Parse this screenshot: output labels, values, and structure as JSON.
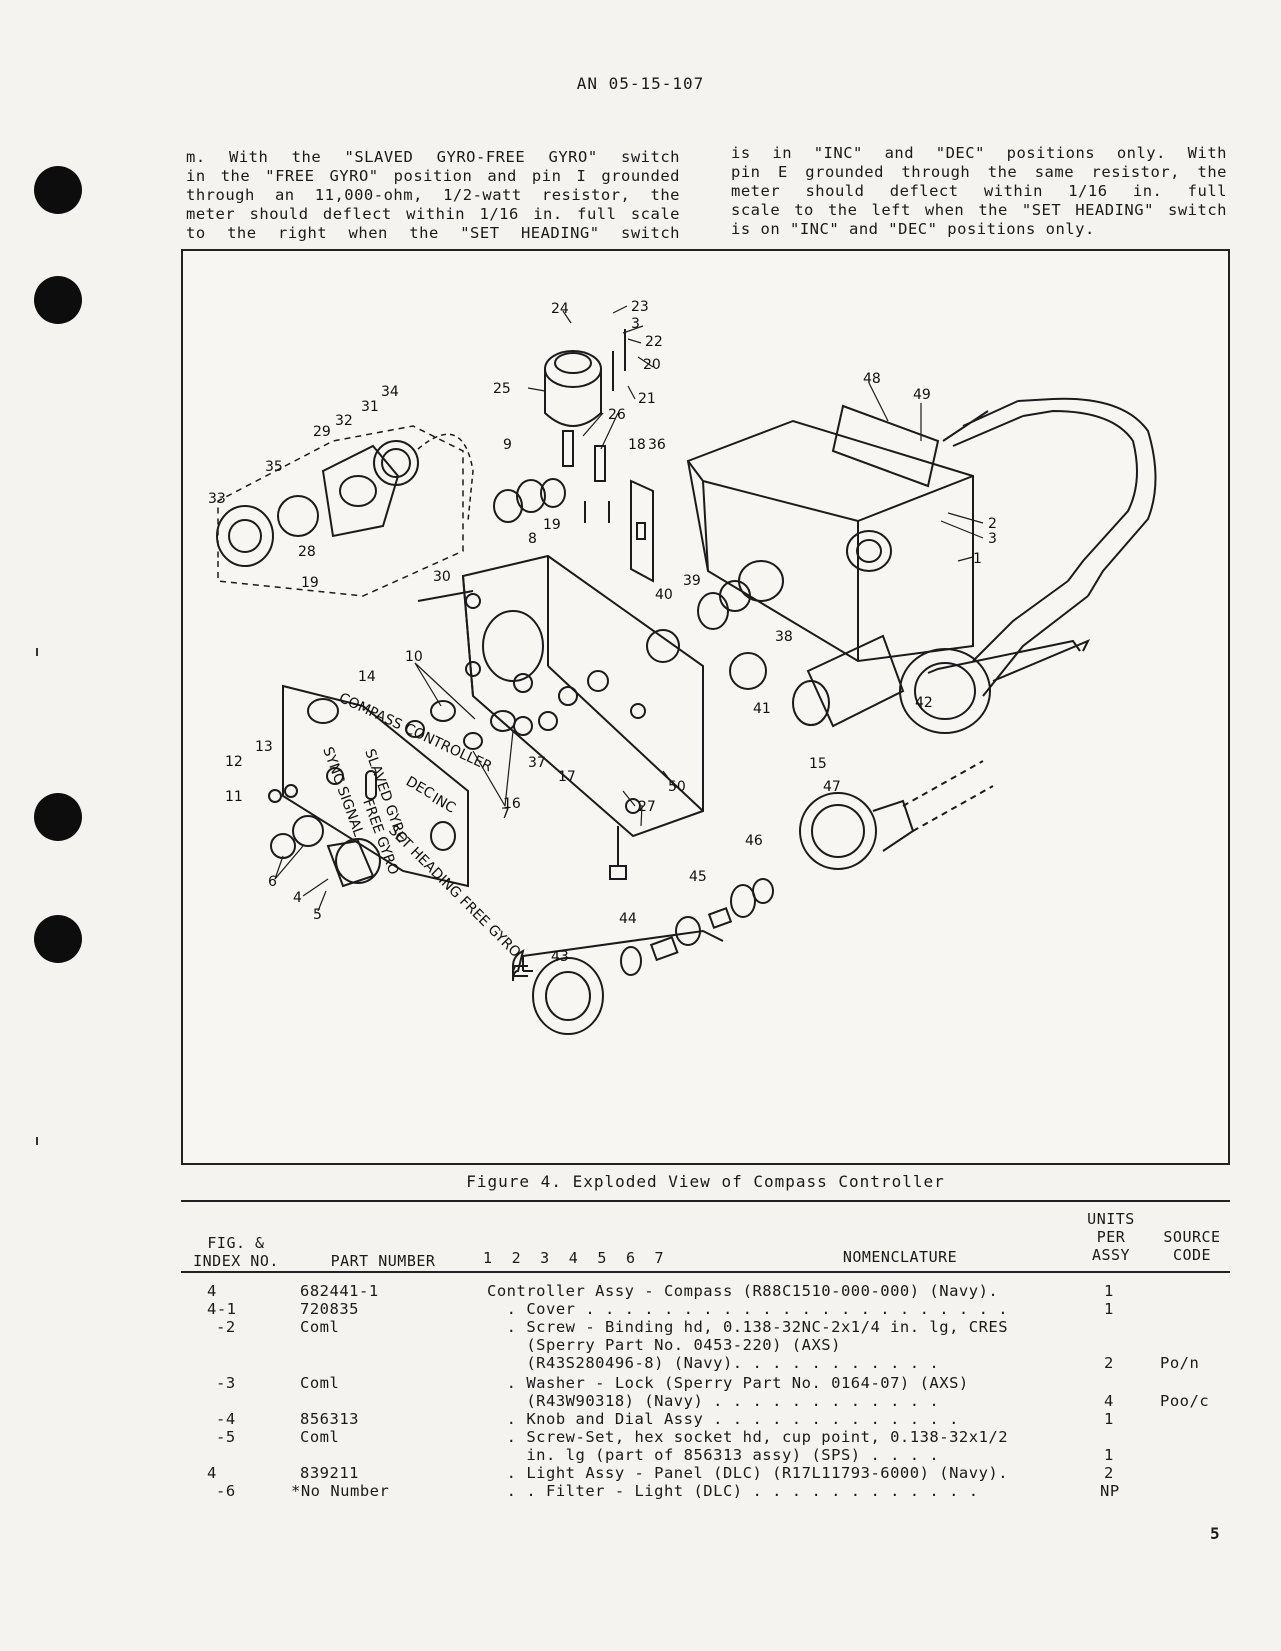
{
  "header": {
    "doc_number": "AN 05-15-107"
  },
  "paragraph": {
    "left_lines": [
      "m.  With the \"SLAVED GYRO-FREE GYRO\" switch",
      "in the \"FREE GYRO\" position and pin I grounded",
      "through an 11,000-ohm, 1/2-watt resistor, the",
      "meter should deflect within 1/16 in. full scale",
      "to the right when the \"SET HEADING\" switch"
    ],
    "right_lines": [
      "is in \"INC\" and \"DEC\" positions only.  With",
      "pin E grounded through the same resistor, the",
      "meter should deflect within 1/16 in. full",
      "scale to the left when the \"SET HEADING\" switch",
      "is on \"INC\" and \"DEC\" positions only."
    ]
  },
  "figure": {
    "caption": "Figure 4.  Exploded View of Compass Controller",
    "panel_text": {
      "title": "COMPASS  CONTROLLER",
      "sync_signal": "SYNC SIGNAL",
      "slaved_gyro": "SLAVED GYRO",
      "free_gyro": "FREE GYRO",
      "dec": "DEC",
      "inc": "INC",
      "set_heading": "SET HEADING FREE GYRO"
    },
    "callouts": [
      "1",
      "2",
      "3",
      "3",
      "4",
      "5",
      "6",
      "7",
      "8",
      "9",
      "10",
      "11",
      "12",
      "13",
      "14",
      "15",
      "16",
      "17",
      "18",
      "19",
      "19",
      "20",
      "21",
      "22",
      "23",
      "24",
      "25",
      "26",
      "27",
      "28",
      "29",
      "30",
      "31",
      "32",
      "33",
      "34",
      "35",
      "36",
      "37",
      "38",
      "39",
      "40",
      "41",
      "42",
      "43",
      "44",
      "45",
      "46",
      "47",
      "48",
      "49",
      "50"
    ]
  },
  "parts_table": {
    "headers": {
      "fig_index": "FIG. &\nINDEX NO.",
      "part_number": "PART NUMBER",
      "indent": "1  2  3  4  5  6  7",
      "nomenclature": "NOMENCLATURE",
      "units": "UNITS\nPER\nASSY",
      "source": "SOURCE\nCODE"
    },
    "rows": [
      {
        "fig": "4",
        "part": "682441-1",
        "nom": "Controller Assy - Compass (R88C1510-000-000) (Navy).",
        "units": "1",
        "source": ""
      },
      {
        "fig": "4-1",
        "part": "720835",
        "nom": "  . Cover . . . . . . . . . . . . . . . . . . . . . .",
        "units": "1",
        "source": ""
      },
      {
        "fig": "-2",
        "part": "Coml",
        "nom": "  . Screw - Binding hd, 0.138-32NC-2x1/4 in. lg, CRES",
        "units": "",
        "source": ""
      },
      {
        "fig": "",
        "part": "",
        "nom": "    (Sperry Part No. 0453-220) (AXS)",
        "units": "",
        "source": ""
      },
      {
        "fig": "",
        "part": "",
        "nom": "    (R43S280496-8) (Navy). . . . . . . . . . .",
        "units": "2",
        "source": "Po/n"
      },
      {
        "fig": "-3",
        "part": "Coml",
        "nom": "  . Washer - Lock (Sperry Part No. 0164-07) (AXS)",
        "units": "",
        "source": ""
      },
      {
        "fig": "",
        "part": "",
        "nom": "    (R43W90318) (Navy) . . . . . . . . . . . .",
        "units": "4",
        "source": "Poo/c"
      },
      {
        "fig": "-4",
        "part": "856313",
        "nom": "  . Knob and Dial Assy . . . . . . . . . . . . .",
        "units": "1",
        "source": ""
      },
      {
        "fig": "-5",
        "part": "Coml",
        "nom": "  . Screw-Set, hex socket hd, cup point, 0.138-32x1/2",
        "units": "",
        "source": ""
      },
      {
        "fig": "",
        "part": "",
        "nom": "    in. lg (part of 856313 assy) (SPS) . . . .",
        "units": "1",
        "source": ""
      },
      {
        "fig": "4",
        "part": "839211",
        "nom": "  . Light Assy - Panel (DLC) (R17L11793-6000) (Navy).",
        "units": "2",
        "source": ""
      },
      {
        "fig": "-6",
        "part": "*No Number",
        "nom": "  . . Filter - Light (DLC) . . . . . . . . . . . .",
        "units": "NP",
        "source": ""
      }
    ]
  },
  "page_number": "5"
}
